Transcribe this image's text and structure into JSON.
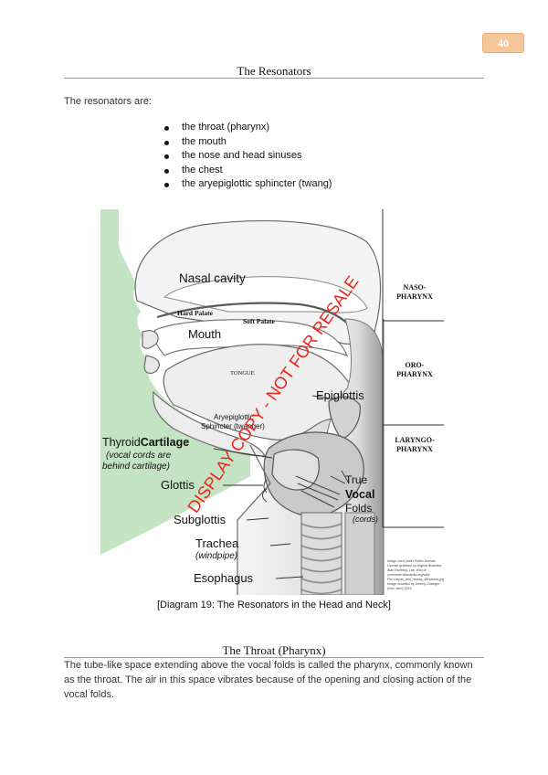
{
  "page": {
    "number": "40"
  },
  "section1": {
    "title": "The Resonators",
    "intro": "The resonators are:",
    "bullets": [
      "the throat (pharynx)",
      "the mouth",
      "the nose and head sinuses",
      "the chest",
      "the aryepiglottic sphincter (twang)"
    ]
  },
  "diagram": {
    "labels": {
      "nasal_cavity": "Nasal cavity",
      "hard_palate": "Hard Palate",
      "soft_palate": "Soft Palate",
      "mouth": "Mouth",
      "tongue": "TONGUE",
      "epiglottis": "Epiglottis",
      "ary_line1": "Aryepiglottic",
      "ary_line2": "Sphincter (twanger)",
      "thyroid_a": "Thyroid",
      "thyroid_b": "Cartilage",
      "vocal_note1": "(vocal cords are",
      "vocal_note2": "behind cartilage)",
      "glottis": "Glottis",
      "subglottis": "Subglottis",
      "trachea": "Trachea",
      "windpipe": "(windpipe)",
      "esophagus": "Esophagus",
      "true": "True",
      "vocal": "Vocal",
      "folds": "Folds",
      "cords": "(cords)",
      "naso1": "NASO-",
      "naso2": "PHARYNX",
      "oro1": "ORO-",
      "oro2": "PHARYNX",
      "laryngo1": "LARYNGO-",
      "laryngo2": "PHARYNX"
    },
    "credit": [
      "Image used under Public Domain",
      "License grabbed by original illustrator",
      "Alan Hoofring, Lab. Wiki of",
      "commons.wikimedia.org/wiki/",
      "File:Larynx_and_nearby_structures.jpg",
      "Image modified by Jeremy Grainger",
      "(Nov. dem) 2015"
    ],
    "watermark": "DISPLAY COPY - NOT FOR RESALE",
    "colors": {
      "tissue_green": "#c4e3c3",
      "watermark": "#e8291c"
    }
  },
  "caption": "[Diagram 19: The Resonators in the Head and Neck]",
  "section2": {
    "title": "The Throat (Pharynx)",
    "body": "The tube-like space extending above the vocal folds is called the pharynx, commonly known as the throat.   The air in this space vibrates because of the opening and closing action of the vocal folds."
  }
}
